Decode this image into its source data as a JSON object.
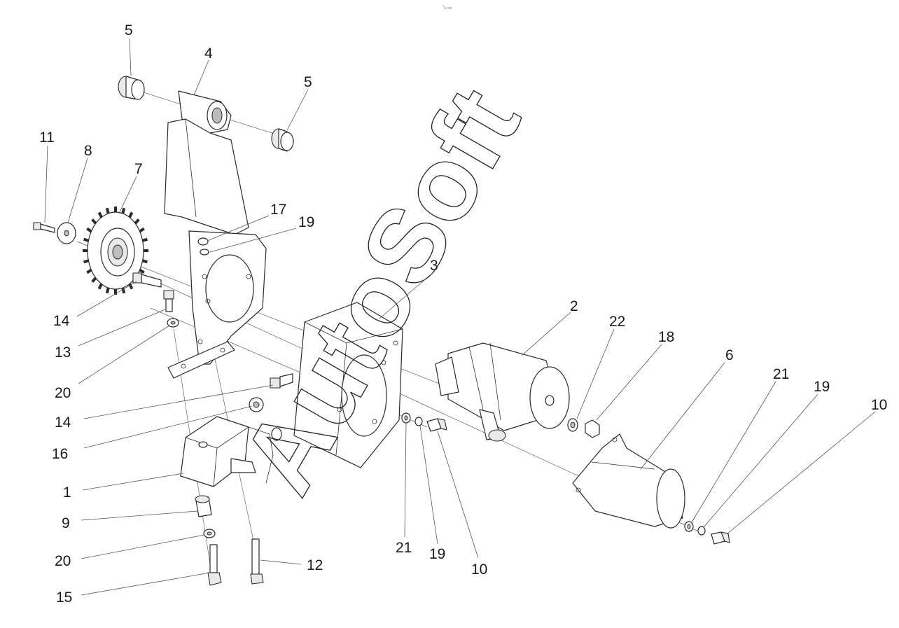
{
  "top_mark": "°ₐ ₒₒₒ",
  "watermark": "AutoSoft",
  "callouts": [
    {
      "id": "c-5a",
      "text": "5"
    },
    {
      "id": "c-4",
      "text": "4"
    },
    {
      "id": "c-5b",
      "text": "5"
    },
    {
      "id": "c-11",
      "text": "11"
    },
    {
      "id": "c-8",
      "text": "8"
    },
    {
      "id": "c-7",
      "text": "7"
    },
    {
      "id": "c-17",
      "text": "17"
    },
    {
      "id": "c-19a",
      "text": "19"
    },
    {
      "id": "c-3",
      "text": "3"
    },
    {
      "id": "c-2",
      "text": "2"
    },
    {
      "id": "c-22",
      "text": "22"
    },
    {
      "id": "c-18",
      "text": "18"
    },
    {
      "id": "c-6",
      "text": "6"
    },
    {
      "id": "c-21a",
      "text": "21"
    },
    {
      "id": "c-19b",
      "text": "19"
    },
    {
      "id": "c-10a",
      "text": "10"
    },
    {
      "id": "c-14a",
      "text": "14"
    },
    {
      "id": "c-13",
      "text": "13"
    },
    {
      "id": "c-20a",
      "text": "20"
    },
    {
      "id": "c-14b",
      "text": "14"
    },
    {
      "id": "c-16",
      "text": "16"
    },
    {
      "id": "c-1",
      "text": "1"
    },
    {
      "id": "c-9",
      "text": "9"
    },
    {
      "id": "c-20b",
      "text": "20"
    },
    {
      "id": "c-15",
      "text": "15"
    },
    {
      "id": "c-12",
      "text": "12"
    },
    {
      "id": "c-21b",
      "text": "21"
    },
    {
      "id": "c-19c",
      "text": "19"
    },
    {
      "id": "c-10b",
      "text": "10"
    }
  ]
}
